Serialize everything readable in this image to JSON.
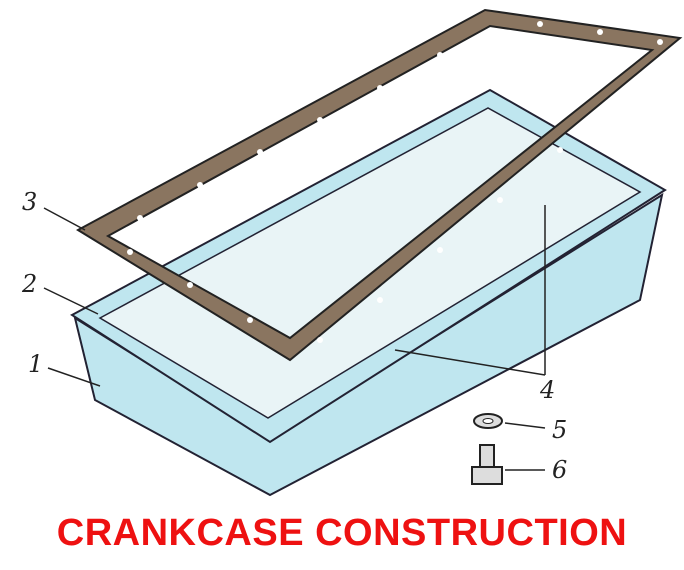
{
  "title": "CRANKCASE CONSTRUCTION",
  "part_labels": [
    "1",
    "2",
    "3",
    "4",
    "5",
    "6"
  ],
  "colors": {
    "title": "#ee1111",
    "pan": "#bfe6ef",
    "gasket": "#8a7560"
  }
}
